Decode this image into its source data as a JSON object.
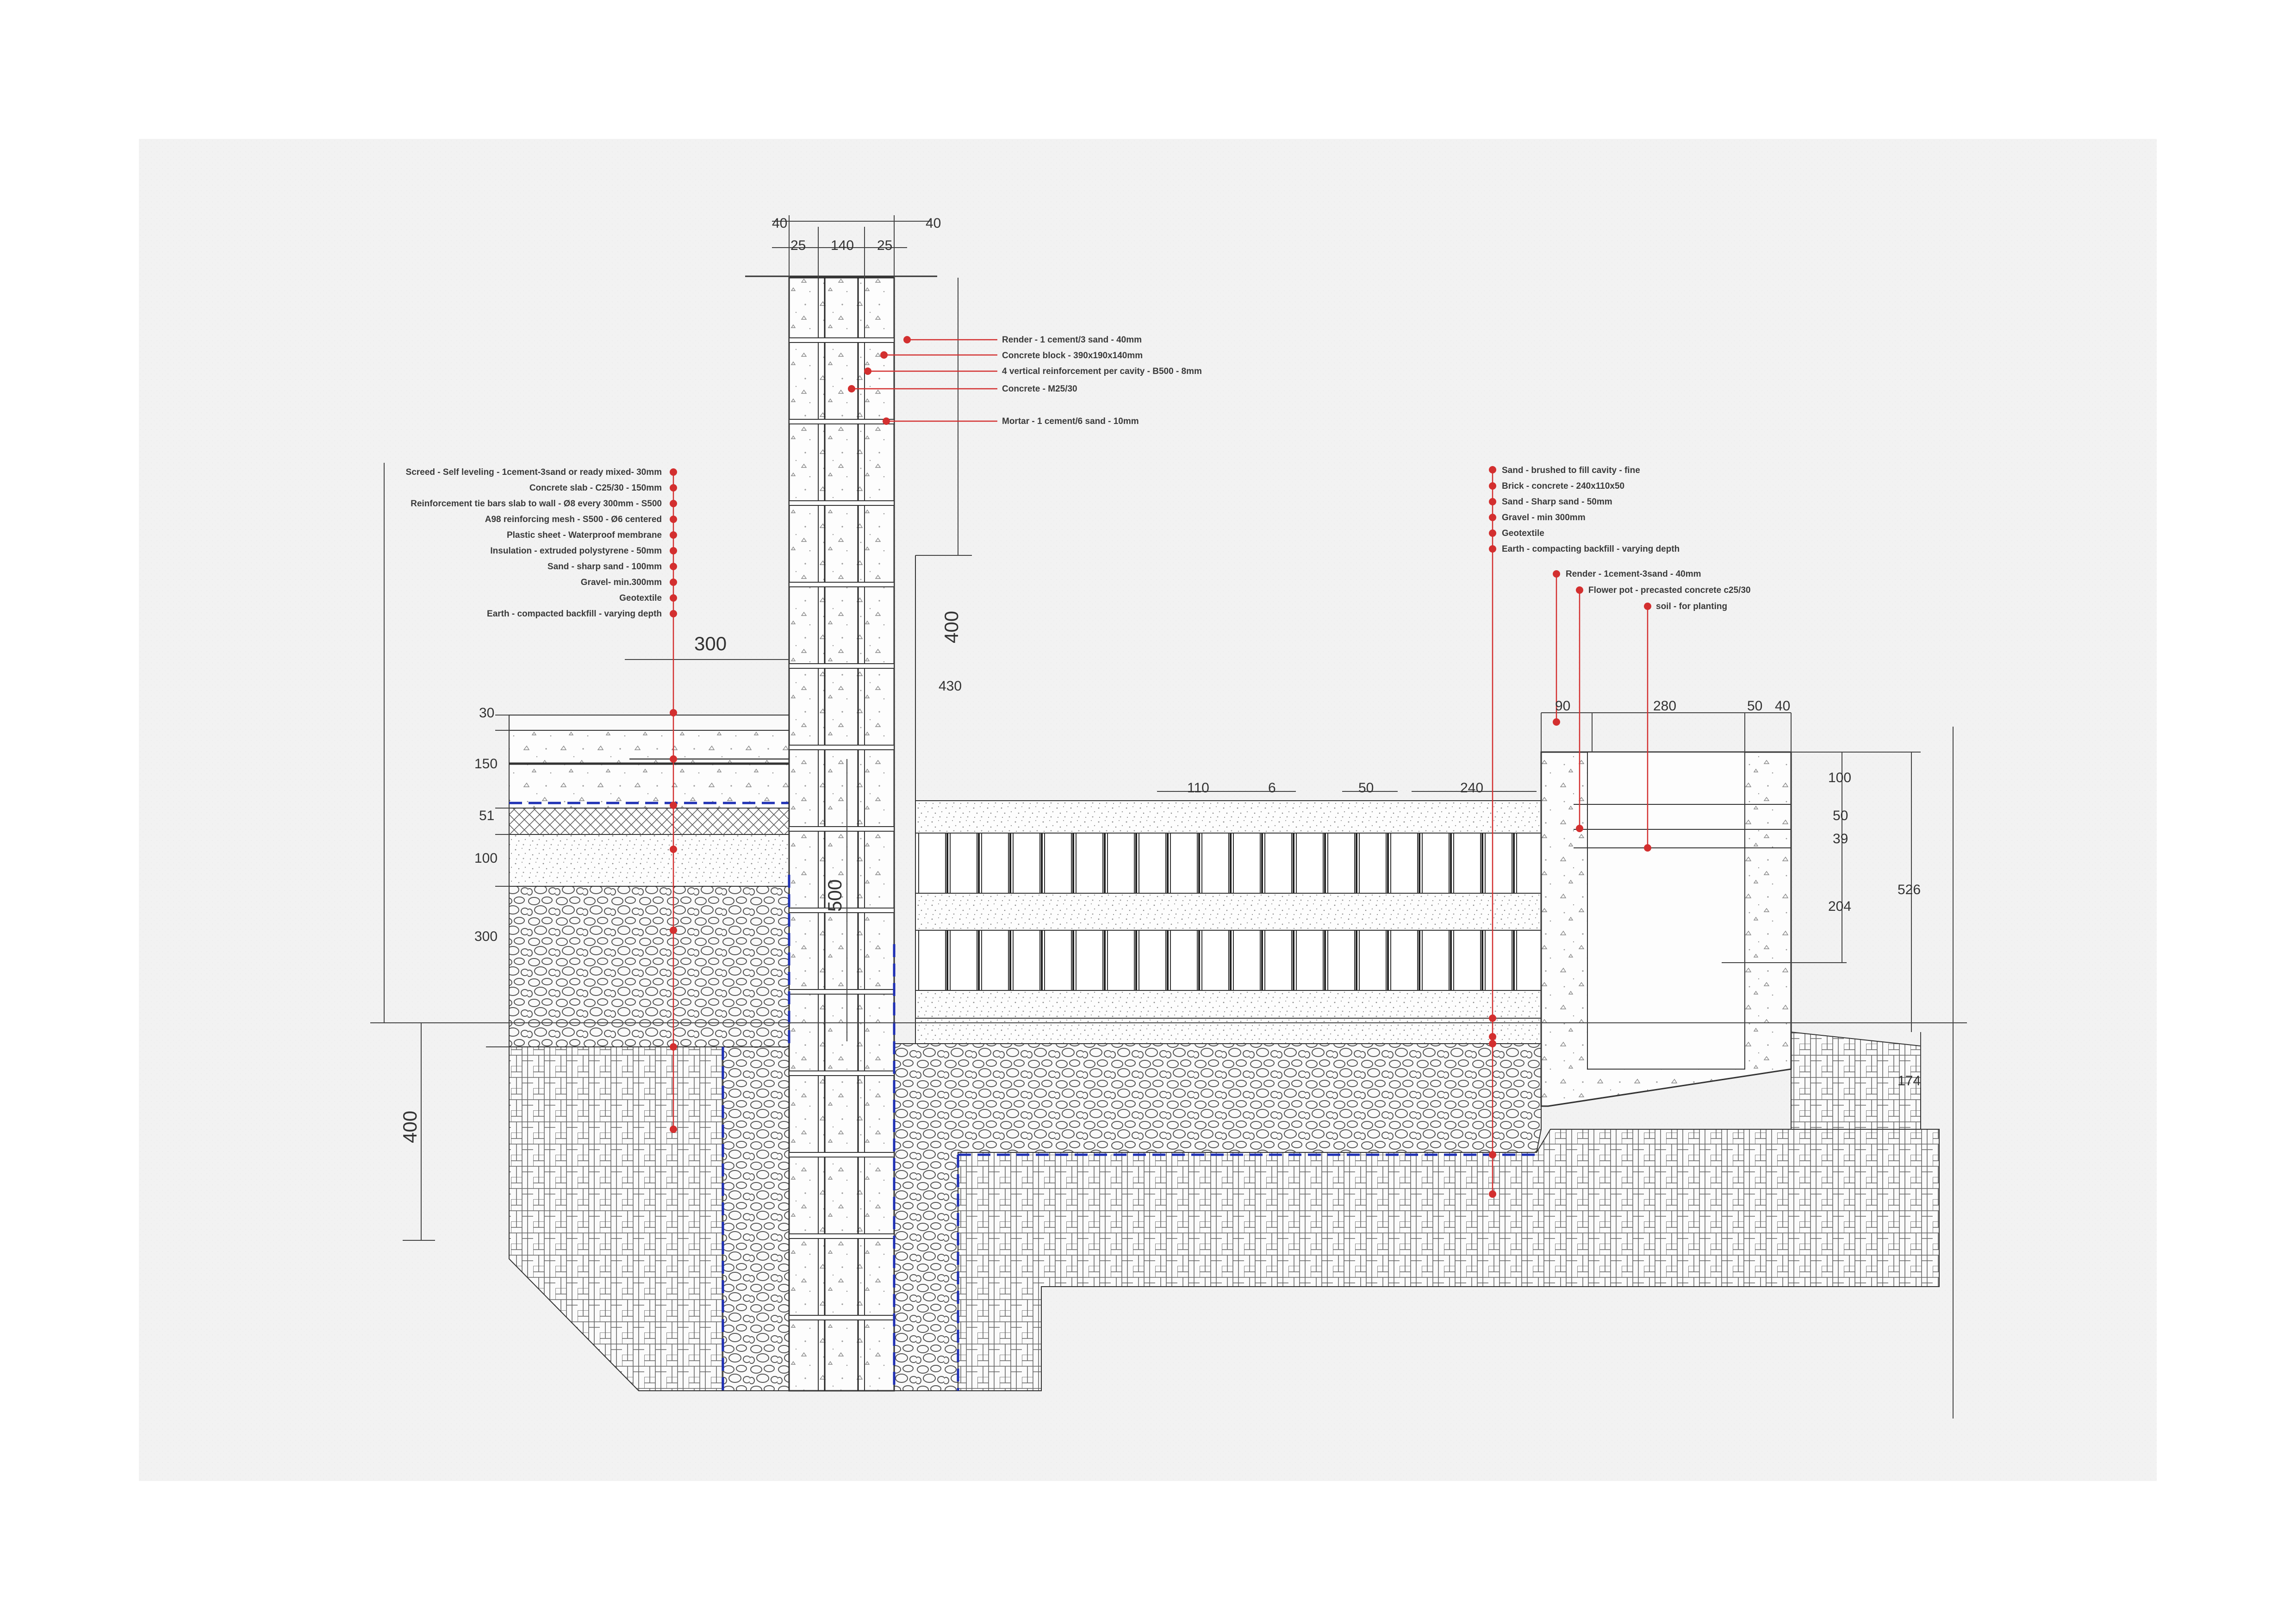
{
  "wall_top_dims": [
    "40",
    "25",
    "140",
    "25",
    "40"
  ],
  "wall_dims": {
    "d400": "400",
    "d430": "430",
    "d300": "300",
    "d500": "500",
    "d400_footing": "400"
  },
  "floor_dims": [
    "30",
    "150",
    "51",
    "100",
    "300"
  ],
  "block_dims": [
    "110",
    "6",
    "50",
    "240"
  ],
  "pot_dims_top": [
    "90",
    "280",
    "50",
    "40"
  ],
  "pot_dims_right": [
    "100",
    "50",
    "39",
    "204"
  ],
  "pot_dim_total": "526",
  "pot_dim_bottom": "174",
  "wall_notes": [
    "Render - 1 cement/3 sand - 40mm",
    "Concrete block - 390x190x140mm",
    "4 vertical reinforcement per cavity - B500 - 8mm",
    "Concrete - M25/30",
    "Mortar  - 1 cement/6 sand - 10mm"
  ],
  "floor_notes": [
    "Screed - Self leveling - 1cement-3sand or ready mixed- 30mm",
    "Concrete slab - C25/30 - 150mm",
    "Reinforcement tie bars slab to wall - Ø8 every 300mm - S500",
    "A98 reinforcing mesh - S500 - Ø6 centered",
    "Plastic sheet - Waterproof membrane",
    "Insulation - extruded polystyrene - 50mm",
    "Sand - sharp sand - 100mm",
    "Gravel- min.300mm",
    "Geotextile",
    "Earth - compacted backfill - varying depth"
  ],
  "paving_notes": [
    "Sand - brushed to fill cavity - fine",
    "Brick - concrete - 240x110x50",
    "Sand - Sharp sand - 50mm",
    "Gravel - min 300mm",
    "Geotextile",
    "Earth - compacting backfill - varying depth"
  ],
  "pot_notes": [
    "Render - 1cement-3sand - 40mm",
    "Flower pot - precasted concrete c25/30",
    "soil - for planting"
  ],
  "colors": {
    "line": "#333333",
    "leader": "#d32f2f",
    "membrane": "#1e2fb4",
    "sheet": "#f2f2f2"
  }
}
